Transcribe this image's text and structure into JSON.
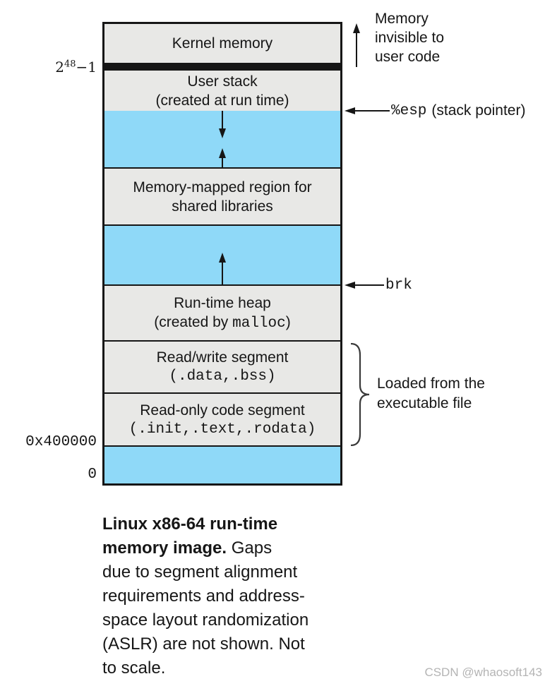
{
  "figure": {
    "diagram": {
      "segments": {
        "kernel": {
          "label": "Kernel memory"
        },
        "user_stack": {
          "line1": "User stack",
          "line2": "(created at run time)"
        },
        "mmap": {
          "line1": "Memory-mapped region for",
          "line2": "shared libraries"
        },
        "heap": {
          "line1": "Run-time heap",
          "line2_pre": "(created by ",
          "line2_code": "malloc",
          "line2_post": ")"
        },
        "rw_segment": {
          "line1": "Read/write segment",
          "line2_code": "(.data,.bss)"
        },
        "ro_segment": {
          "line1": "Read-only code segment",
          "line2_code": "(.init,.text,.rodata)"
        }
      },
      "address_labels": {
        "top_base": "2",
        "top_sup": "48",
        "top_rest": "−1",
        "code_start": "0x400000",
        "zero": "0"
      },
      "annotations": {
        "invisible_line1": "Memory",
        "invisible_line2": "invisible to",
        "invisible_line3": "user code",
        "esp_code": "%esp",
        "esp_rest": "(stack pointer)",
        "brk_code": "brk",
        "loaded_line1": "Loaded from the",
        "loaded_line2": "executable file"
      },
      "colors": {
        "region_fill": "#e8e8e6",
        "gap_fill": "#8fd9f8",
        "line": "#161616",
        "watermark": "#b4b4b4"
      }
    },
    "caption": {
      "lines": [
        {
          "bold": "Linux x86-64 run-time",
          "regular": ""
        },
        {
          "bold": "memory image.",
          "regular": " Gaps"
        },
        {
          "bold": "",
          "regular": "due to segment alignment"
        },
        {
          "bold": "",
          "regular": "requirements and address-"
        },
        {
          "bold": "",
          "regular": "space layout randomization"
        },
        {
          "bold": "",
          "regular": "(ASLR) are not shown. Not"
        },
        {
          "bold": "",
          "regular": "to scale."
        }
      ]
    },
    "watermark": "CSDN @whaosoft143"
  }
}
